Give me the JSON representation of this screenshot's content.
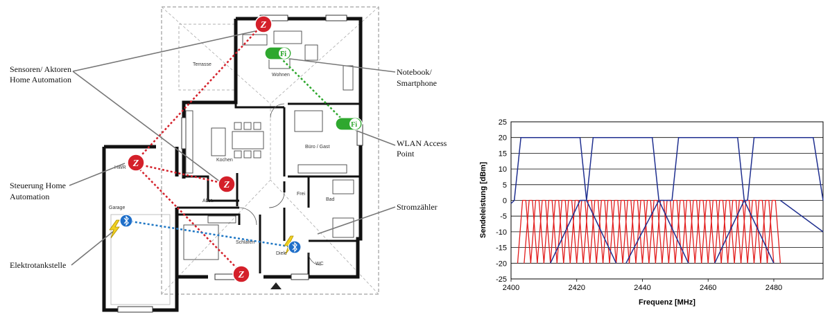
{
  "floorplan": {
    "callouts": {
      "sensors_line1": "Sensoren/ Aktoren",
      "sensors_line2": "Home Automation",
      "steuerung_line1": "Steuerung Home",
      "steuerung_line2": "Automation",
      "elektro": "Elektrotankstelle",
      "notebook_line1": "Notebook/",
      "notebook_line2": "Smartphone",
      "wlan_line1": "WLAN Access",
      "wlan_line2": "Point",
      "strom": "Stromzähler"
    },
    "rooms": {
      "terrasse": "Terrasse",
      "wohnen": "Wohnen",
      "kochen": "Kochen",
      "buero": "Büro / Gast",
      "hwr": "HWR",
      "abst": "Abst.",
      "garage": "Garage",
      "frei": "Frei",
      "bad": "Bad",
      "schlafen": "Schlafen",
      "diele": "Diele",
      "wc": "WC"
    },
    "wifi_label": "Wi Fi",
    "colors": {
      "zwave": "#d4202a",
      "wifi": "#2fa82f",
      "bluetooth": "#1f6fc9",
      "link_zwave": "#d4202a",
      "link_wifi": "#2fa82f",
      "link_bt": "#1f77c4"
    }
  },
  "chart_data": {
    "type": "line",
    "xlabel": "Frequenz [MHz]",
    "ylabel": "Sendeleistung [dBm]",
    "xlim": [
      2400,
      2495
    ],
    "ylim": [
      -25,
      25
    ],
    "x_ticks": [
      2400,
      2420,
      2440,
      2460,
      2480
    ],
    "y_ticks": [
      25,
      20,
      15,
      10,
      5,
      0,
      -5,
      -10,
      -15,
      -20,
      -25
    ],
    "grid": "horizontal",
    "series": [
      {
        "color": "#1f2f8f",
        "segments": [
          [
            [
              2400,
              -1
            ],
            [
              2401,
              0
            ],
            [
              2403,
              20
            ],
            [
              2421,
              20
            ],
            [
              2423,
              0
            ],
            [
              2432,
              -20
            ]
          ],
          [
            [
              2412,
              -20
            ],
            [
              2421,
              0
            ],
            [
              2423,
              0
            ],
            [
              2425,
              20
            ],
            [
              2443,
              20
            ],
            [
              2445,
              0
            ],
            [
              2454,
              -20
            ]
          ],
          [
            [
              2435,
              -20
            ],
            [
              2445,
              0
            ],
            [
              2449,
              0
            ],
            [
              2451,
              20
            ],
            [
              2469,
              20
            ],
            [
              2471,
              0
            ],
            [
              2480,
              -20
            ]
          ],
          [
            [
              2462,
              -20
            ],
            [
              2471,
              0
            ],
            [
              2472,
              0
            ],
            [
              2474,
              20
            ],
            [
              2492,
              20
            ],
            [
              2495,
              0
            ]
          ],
          [
            [
              2482,
              0
            ],
            [
              2495,
              -10
            ]
          ]
        ]
      },
      {
        "color": "#e21b1b",
        "channel_centers": [
          2404,
          2406,
          2408,
          2410,
          2412,
          2414,
          2416,
          2418,
          2420,
          2422,
          2424,
          2426,
          2428,
          2430,
          2432,
          2434,
          2436,
          2438,
          2440,
          2442,
          2444,
          2446,
          2448,
          2450,
          2452,
          2454,
          2456,
          2458,
          2460,
          2462,
          2464,
          2466,
          2468,
          2470,
          2472,
          2474,
          2476,
          2478,
          2480
        ],
        "peak": 0,
        "floor": -20
      }
    ]
  }
}
